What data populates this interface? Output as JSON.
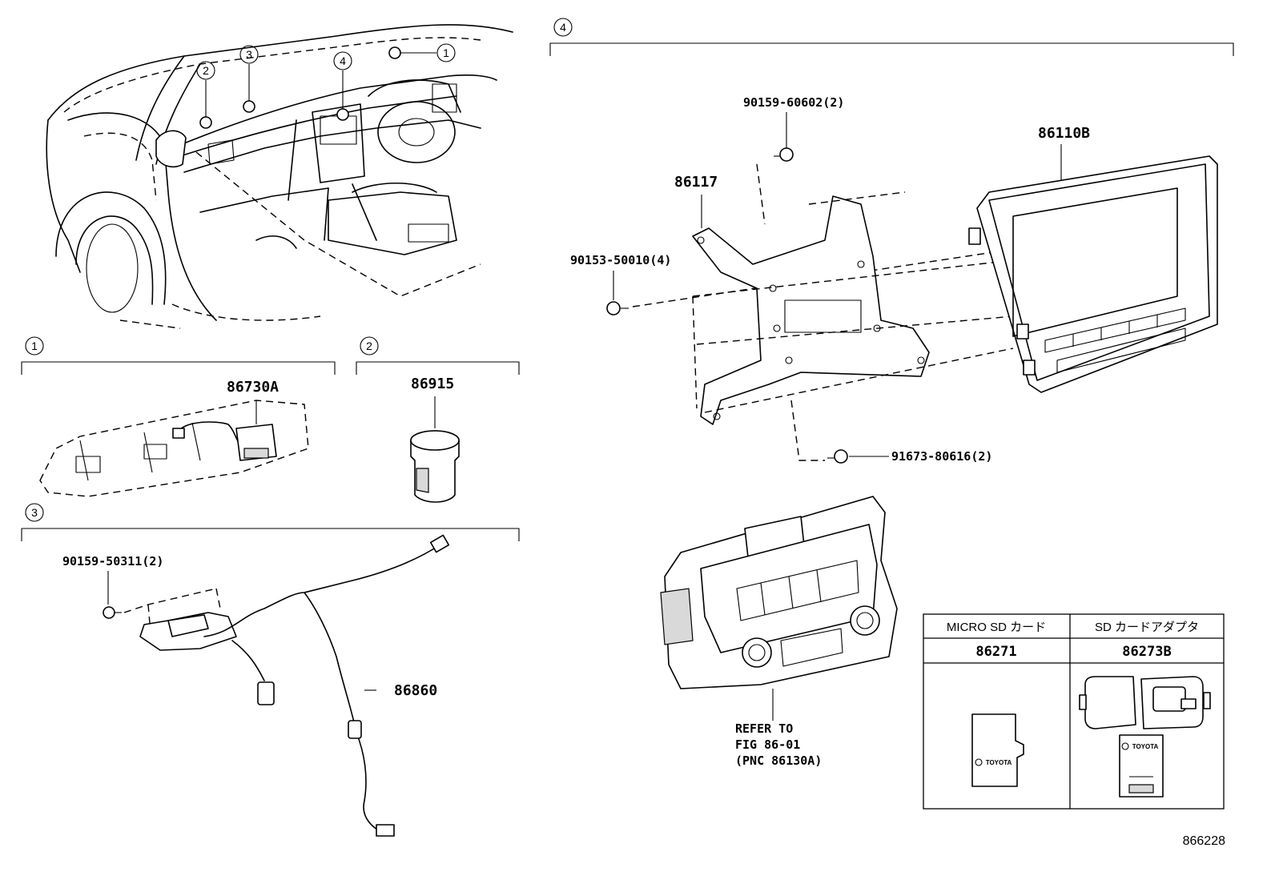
{
  "figure_id": "866228",
  "callouts": {
    "c1": "1",
    "c2": "2",
    "c3": "3",
    "c4": "4"
  },
  "sections": {
    "s1": {
      "number": "1",
      "part": "86730A"
    },
    "s2": {
      "number": "2",
      "part": "86915"
    },
    "s3": {
      "number": "3",
      "fastener": "90159-50311(2)",
      "part": "86860"
    },
    "s4": {
      "number": "4",
      "fastener_top": "90159-60602(2)",
      "bracket": "86117",
      "fastener_left": "90153-50010(4)",
      "display": "86110B",
      "fastener_bottom": "91673-80616(2)",
      "refer_line1": "REFER TO",
      "refer_line2": "FIG 86-01",
      "refer_line3": "(PNC 86130A)"
    }
  },
  "accessory_table": {
    "headers": [
      "MICRO SD カード",
      "SD カードアダプタ"
    ],
    "parts": [
      "86271",
      "86273B"
    ],
    "brand": "TOYOTA"
  }
}
